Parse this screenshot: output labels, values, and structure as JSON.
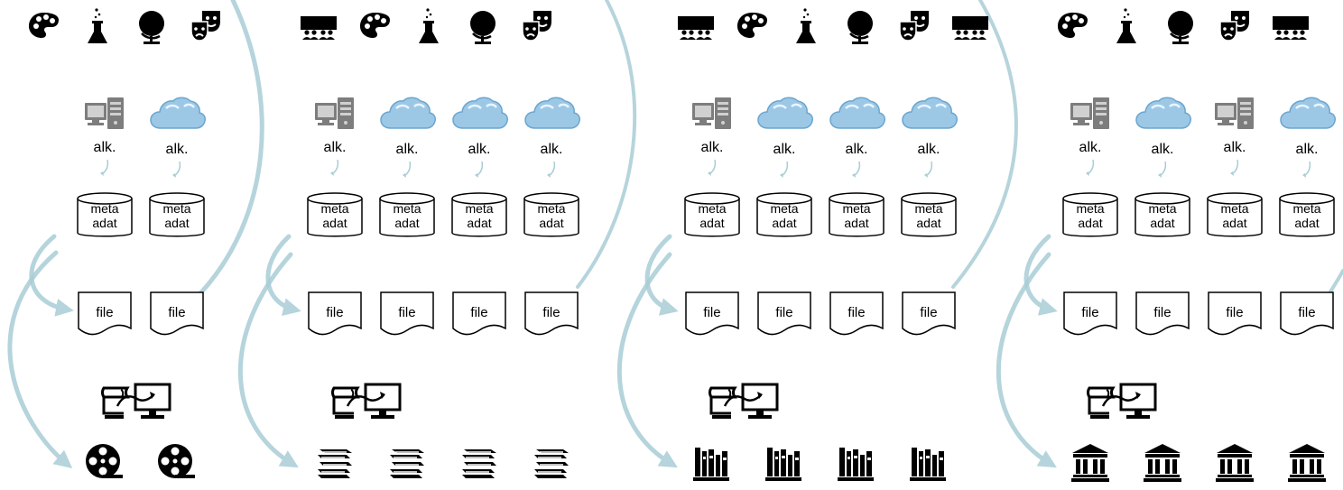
{
  "colors": {
    "arrow": "#a9cdd6",
    "icon": "#000000",
    "server": "#7d7d7d",
    "cloud": "#9cc8e6"
  },
  "labels": {
    "source": "alk.",
    "meta_line1": "meta",
    "meta_line2": "adat",
    "file": "file"
  },
  "panels": [
    {
      "top_icons": [
        "palette-icon",
        "flask-icon",
        "globe-icon",
        "theater-masks-icon"
      ],
      "sources": [
        "server-icon",
        "cloud-icon"
      ],
      "transfer_icon": "file-transfer-icon",
      "institutions": [
        "film-reel-icon",
        "film-reel-icon"
      ]
    },
    {
      "top_icons": [
        "audience-icon",
        "palette-icon",
        "flask-icon",
        "globe-icon",
        "theater-masks-icon"
      ],
      "sources": [
        "server-icon",
        "cloud-icon",
        "cloud-icon",
        "cloud-icon"
      ],
      "transfer_icon": "file-transfer-icon",
      "institutions": [
        "books-icon",
        "books-icon",
        "books-icon",
        "books-icon"
      ]
    },
    {
      "top_icons": [
        "audience-icon",
        "palette-icon",
        "flask-icon",
        "globe-icon",
        "theater-masks-icon",
        "audience-icon"
      ],
      "sources": [
        "server-icon",
        "cloud-icon",
        "cloud-icon",
        "cloud-icon"
      ],
      "transfer_icon": "file-transfer-icon",
      "institutions": [
        "library-icon",
        "library-icon",
        "library-icon",
        "library-icon"
      ]
    },
    {
      "top_icons": [
        "palette-icon",
        "flask-icon",
        "globe-icon",
        "theater-masks-icon",
        "audience-icon"
      ],
      "sources": [
        "server-icon",
        "cloud-icon",
        "server-icon",
        "cloud-icon"
      ],
      "transfer_icon": "file-transfer-icon",
      "institutions": [
        "museum-icon",
        "museum-icon",
        "museum-icon",
        "museum-icon"
      ]
    }
  ]
}
